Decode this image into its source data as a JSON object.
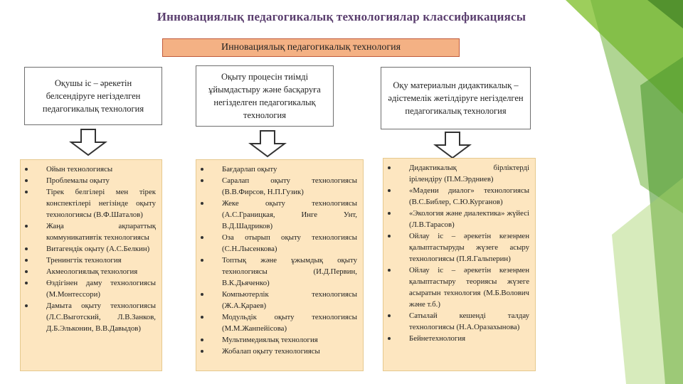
{
  "title": "Инновациялық педагогикалық технологиялар классификациясы",
  "banner": "Инновациялық педагогикалық технология",
  "columns": [
    {
      "heading": "Оқушы іс – әрекетін белсендіруге негізделген педагогикалық технология",
      "items": [
        "Ойын технологиясы",
        "Проблемалы оқыту",
        "Тірек белгілері мен тірек конспектілері негізінде оқыту технологиясы (В.Ф.Шаталов)",
        "Жаңа ақпараттық коммуникативтік технологиясы",
        "Витагендік оқыту (А.С.Белкин)",
        "Тренингтік технология",
        "Акмеологиялық технология",
        "Өздігінен даму технологиясы (М.Монтессори)",
        "Дамыта оқыту технологиясы (Л.С.Выготский, Л.В.Занков, Д.Б.Эльконин, В.В.Давыдов)"
      ]
    },
    {
      "heading": "Оқыту процесін тиімді ұйымдастыру және басқаруға негізделген педагогикалық технология",
      "items": [
        "Бағдарлап оқыту",
        "Саралап оқыту технологиясы (В.В.Фирсов, Н.П.Гузик)",
        "Жеке оқыту технологиясы (А.С.Границкая, Инге Унт, В.Д.Шадриков)",
        "Оза отырып оқыту технологиясы (С.Н.Лысенкова)",
        "Топтық және ұжымдық оқыту технологиясы (И.Д.Первин, В.К.Дьяченко)",
        "Компьютерлік технологиясы (Ж.А.Қараев)",
        "Модульдік оқыту технологиясы (М.М.Жанпейісова)",
        "Мультимедиялық технология",
        "Жобалап оқыту технологиясы"
      ]
    },
    {
      "heading": "Оқу материалын дидактикалық – әдістемелік жетілдіруге негізделген педагогикалық технология",
      "items": [
        "Дидактикалық бірліктерді ірілендіру (П.М.Эрдниев)",
        "«Мәдени диалог» технологиясы (В.С.Библер, С.Ю.Курганов)",
        "«Экология және диалектика» жүйесі (Л.В.Тарасов)",
        "Ойлау іс – әрекетін кезеңмен қалыптастыруды жүзеге асыру технологиясы (П.Я.Гальперин)",
        "Ойлау іс – әрекетін кезеңмен қалыптастыру теориясы жүзеге асыратын технология (М.Б.Волович және т.б.)",
        "Сатылай кешенді талдау технологиясы (Н.А.Оразахынова)",
        "Бейнетехнология"
      ]
    }
  ]
}
